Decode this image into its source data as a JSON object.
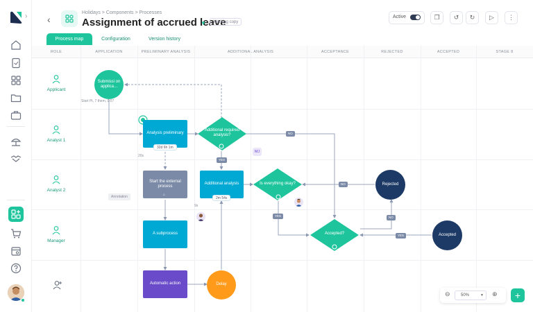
{
  "header": {
    "breadcrumb": "Holidays > Components > Processes",
    "title": "Assignment of accrued leave",
    "badge": "Working copy",
    "active_label": "Active"
  },
  "tabs": [
    {
      "label": "Process map"
    },
    {
      "label": "Configuration"
    },
    {
      "label": "Version history"
    }
  ],
  "columns": [
    "ROLE",
    "APPLICATION",
    "PRELIMINARY ANALYSIS",
    "ADDITIONAL ANALYSIS",
    "ACCEPTANCE",
    "REJECTED",
    "ACCEPTED",
    "STAGE 8"
  ],
  "roles": [
    "Applicant",
    "Analyst 1",
    "Analyst 2",
    "Manager"
  ],
  "nodes": {
    "submission": "Submissi on applica...",
    "start_note": "Start Pt, 7 them, 9:07",
    "analysis_prelim": "Analysis preliminary",
    "analysis_time": "32d 6h 1m",
    "additional_required": "Additional required analysis?",
    "external": "Start the external process",
    "additional_analysis": "Additional analysis",
    "additional_time": "2m 54s",
    "is_okay": "Is everything okay?",
    "rejected": "Rejected",
    "subprocess": "A subprocess",
    "accepted_q": "Accepted?",
    "accepted": "Accepted",
    "automatic": "Automatic action",
    "delay": "Delay",
    "t20s": "20s",
    "t9s": "9s",
    "annotation": "Annotation",
    "mj": "MJ"
  },
  "flags": {
    "no1": "NO",
    "yes1": "YES",
    "no2": "NO",
    "yes2": "YES",
    "no3": "NO",
    "yes3": "YES"
  },
  "zoom": {
    "value": "50%"
  },
  "colors": {
    "accent": "#1ec59c",
    "blue": "#00a9d4",
    "navy": "#1d3a66",
    "orange": "#ff9a1a",
    "violet": "#6a4bc9"
  }
}
